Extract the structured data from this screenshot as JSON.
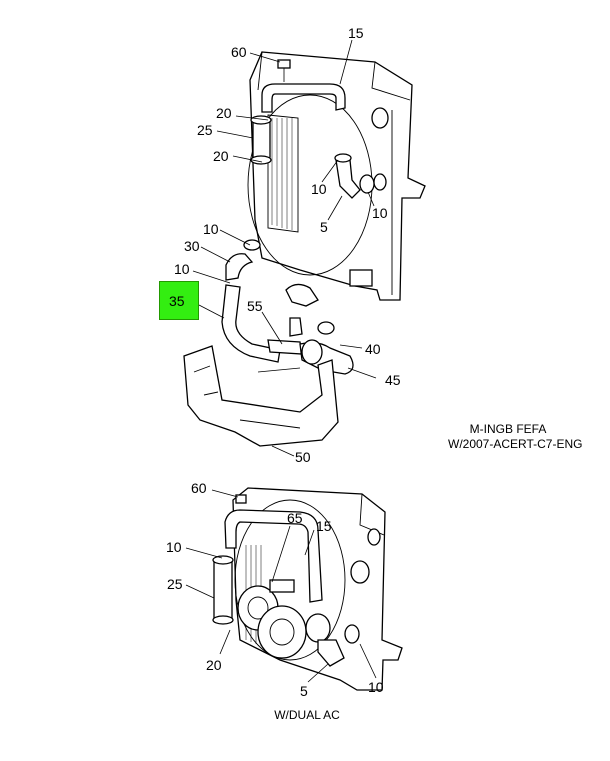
{
  "upper_callouts": {
    "c60": "60",
    "c15": "15",
    "c20a": "20",
    "c25": "25",
    "c20b": "20",
    "c10a": "10",
    "c10b": "10",
    "c5": "5",
    "c10c": "10",
    "c30": "30",
    "c10d": "10",
    "c35": "35",
    "c55": "55",
    "c40": "40",
    "c45": "45",
    "c50": "50"
  },
  "upper_note": {
    "line1": "M-INGB FEFA",
    "line2": "W/2007-ACERT-C7-ENG"
  },
  "lower_callouts": {
    "c60": "60",
    "c65": "65",
    "c15": "15",
    "c10a": "10",
    "c25": "25",
    "c20": "20",
    "c5": "5",
    "c10b": "10"
  },
  "lower_note": "W/DUAL AC",
  "highlight_color": "#33ee11"
}
